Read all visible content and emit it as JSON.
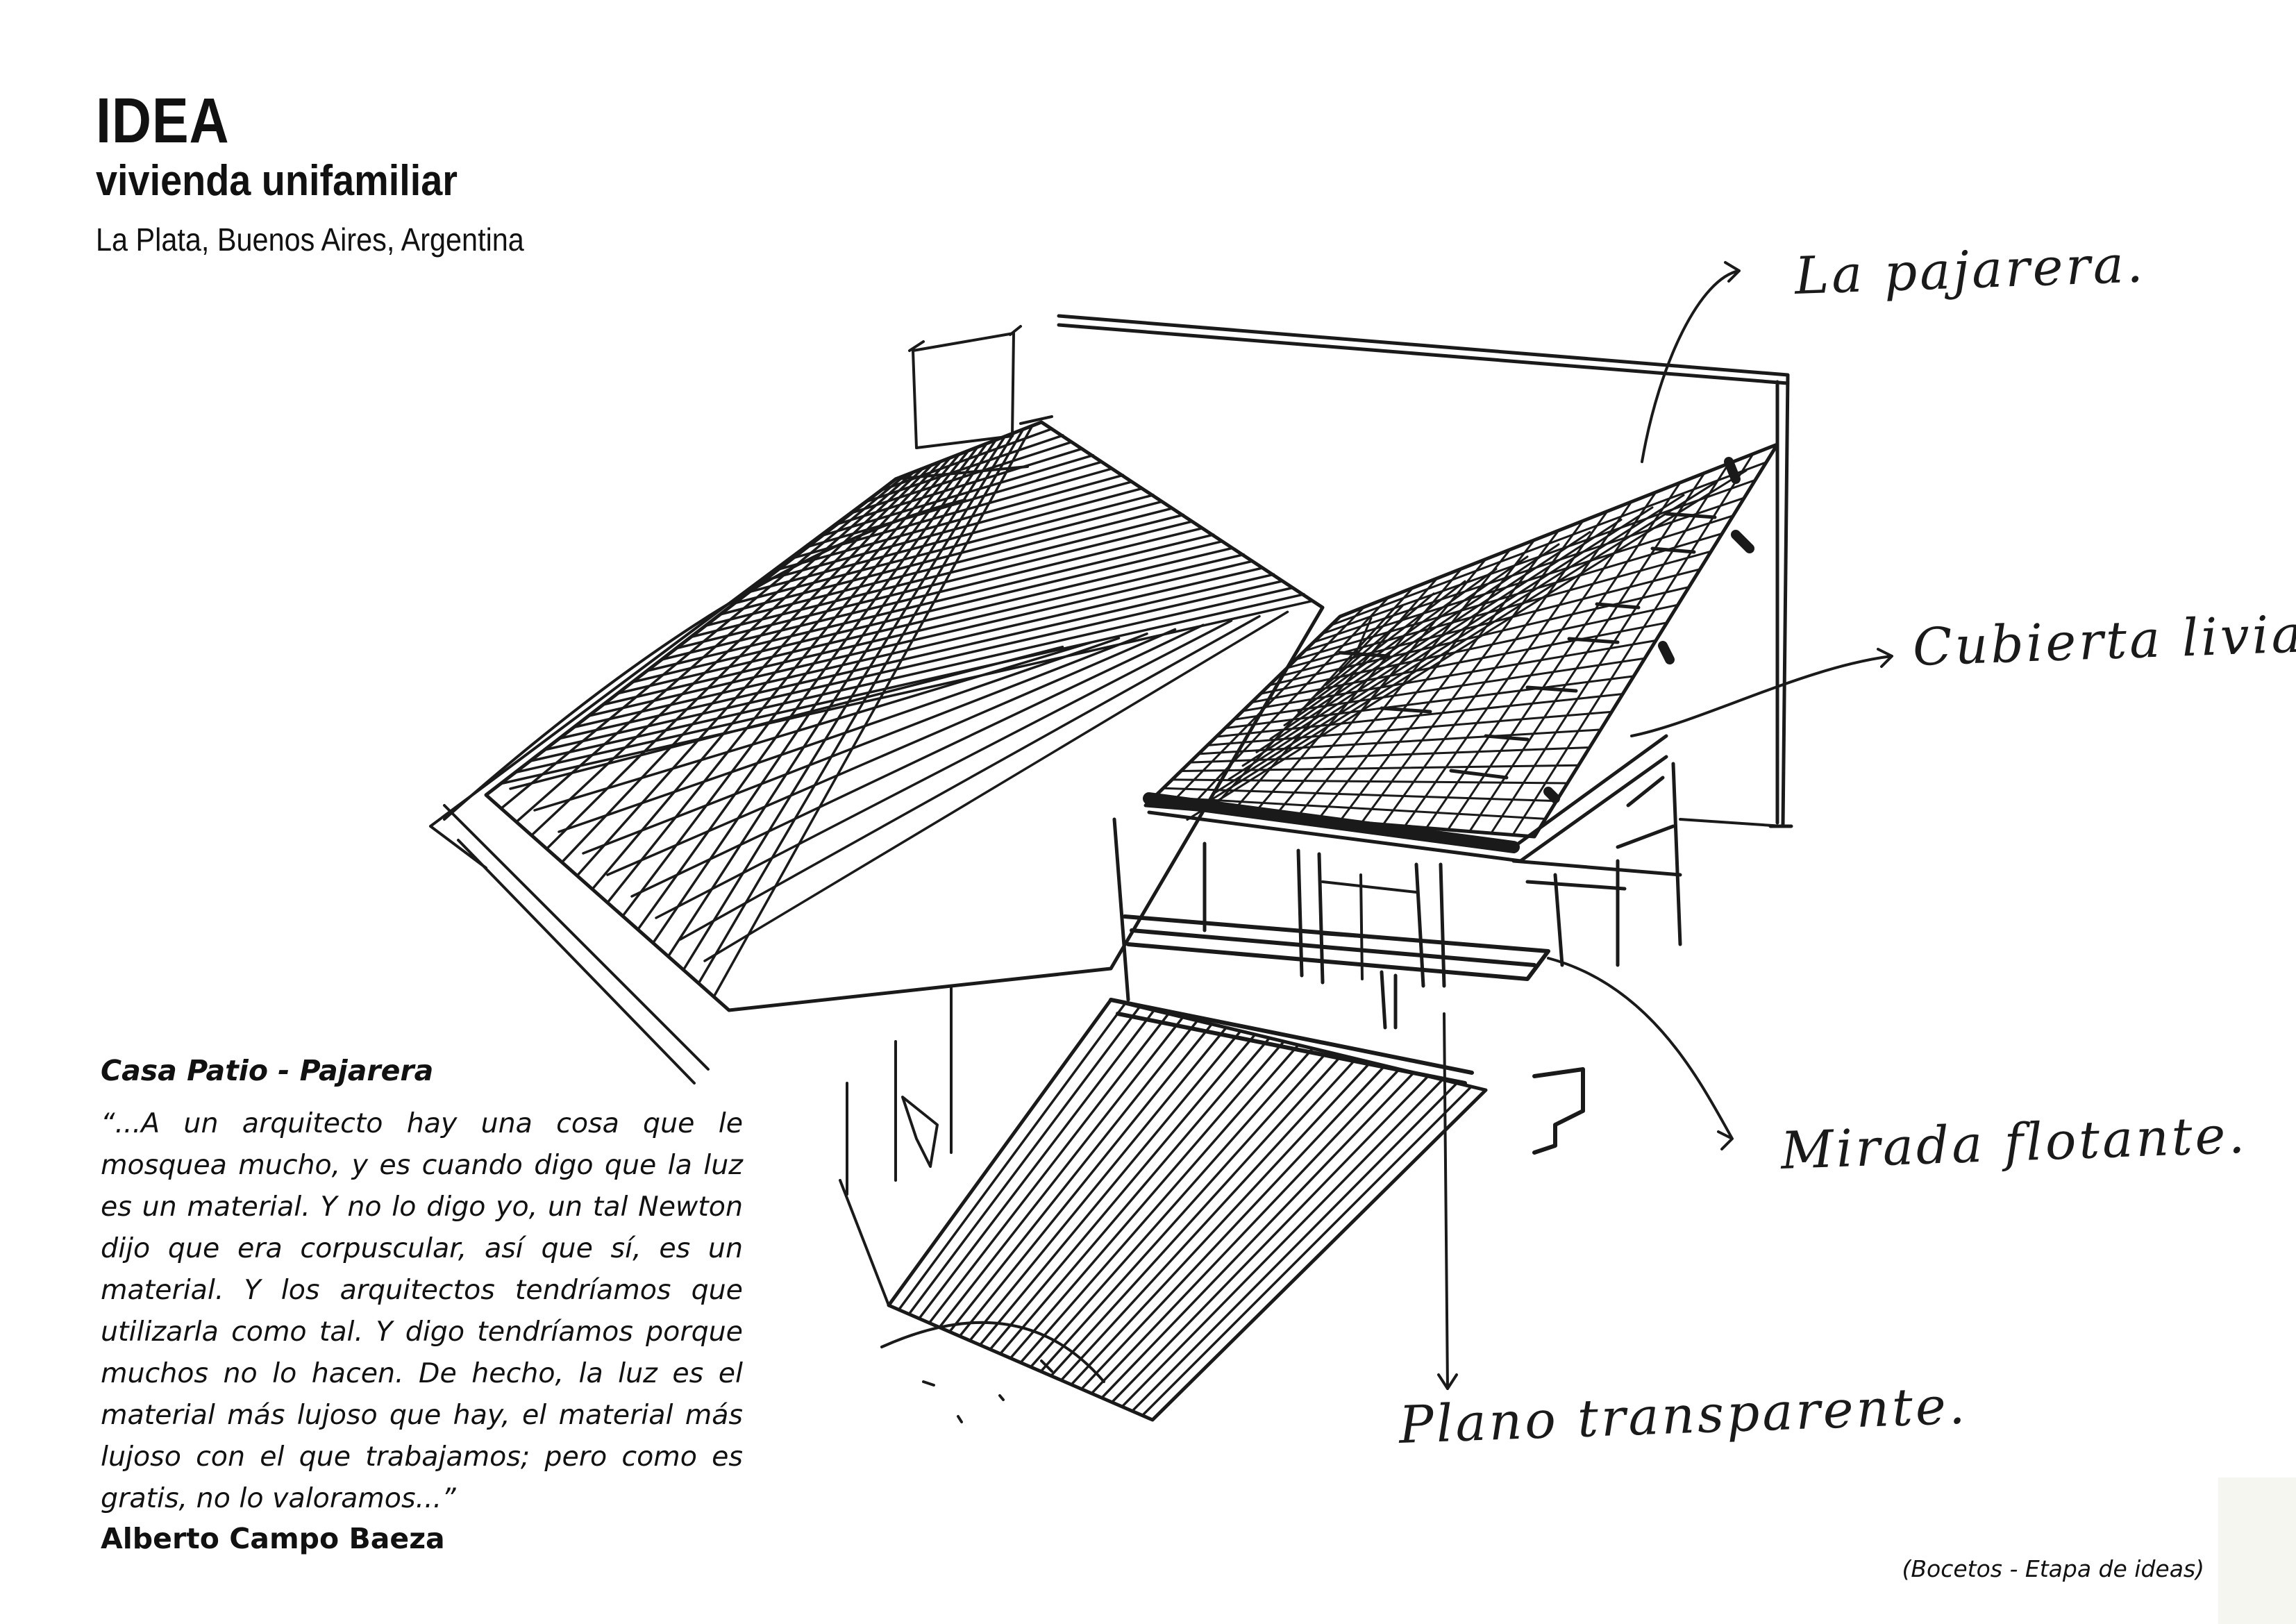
{
  "header": {
    "title": "IDEA",
    "subtitle": "vivienda unifamiliar",
    "location": "La Plata, Buenos Aires, Argentina"
  },
  "annotations": {
    "pajarera": "La pajarera.",
    "cubierta": "Cubierta livian",
    "mirada": "Mirada flotante.",
    "plano": "Plano transparente."
  },
  "quote": {
    "heading": "Casa Patio - Pajarera",
    "text": "“...A un arquitecto hay una cosa que le mosquea mucho, y es cuando digo que la luz es un material. Y no lo digo yo, un tal Newton dijo que era corpuscular, así que sí, es un material. Y los arquitectos tendríamos que utilizarla como tal. Y digo tendríamos porque muchos no lo hacen. De hecho, la luz es el material más lujoso que hay, el material más lujoso con el que trabajamos; pero como es gratis, no lo valoramos...”",
    "author": "Alberto Campo Baeza"
  },
  "caption": "(Bocetos - Etapa de ideas)",
  "colors": {
    "ink": "#111111",
    "paper": "#ffffff"
  }
}
